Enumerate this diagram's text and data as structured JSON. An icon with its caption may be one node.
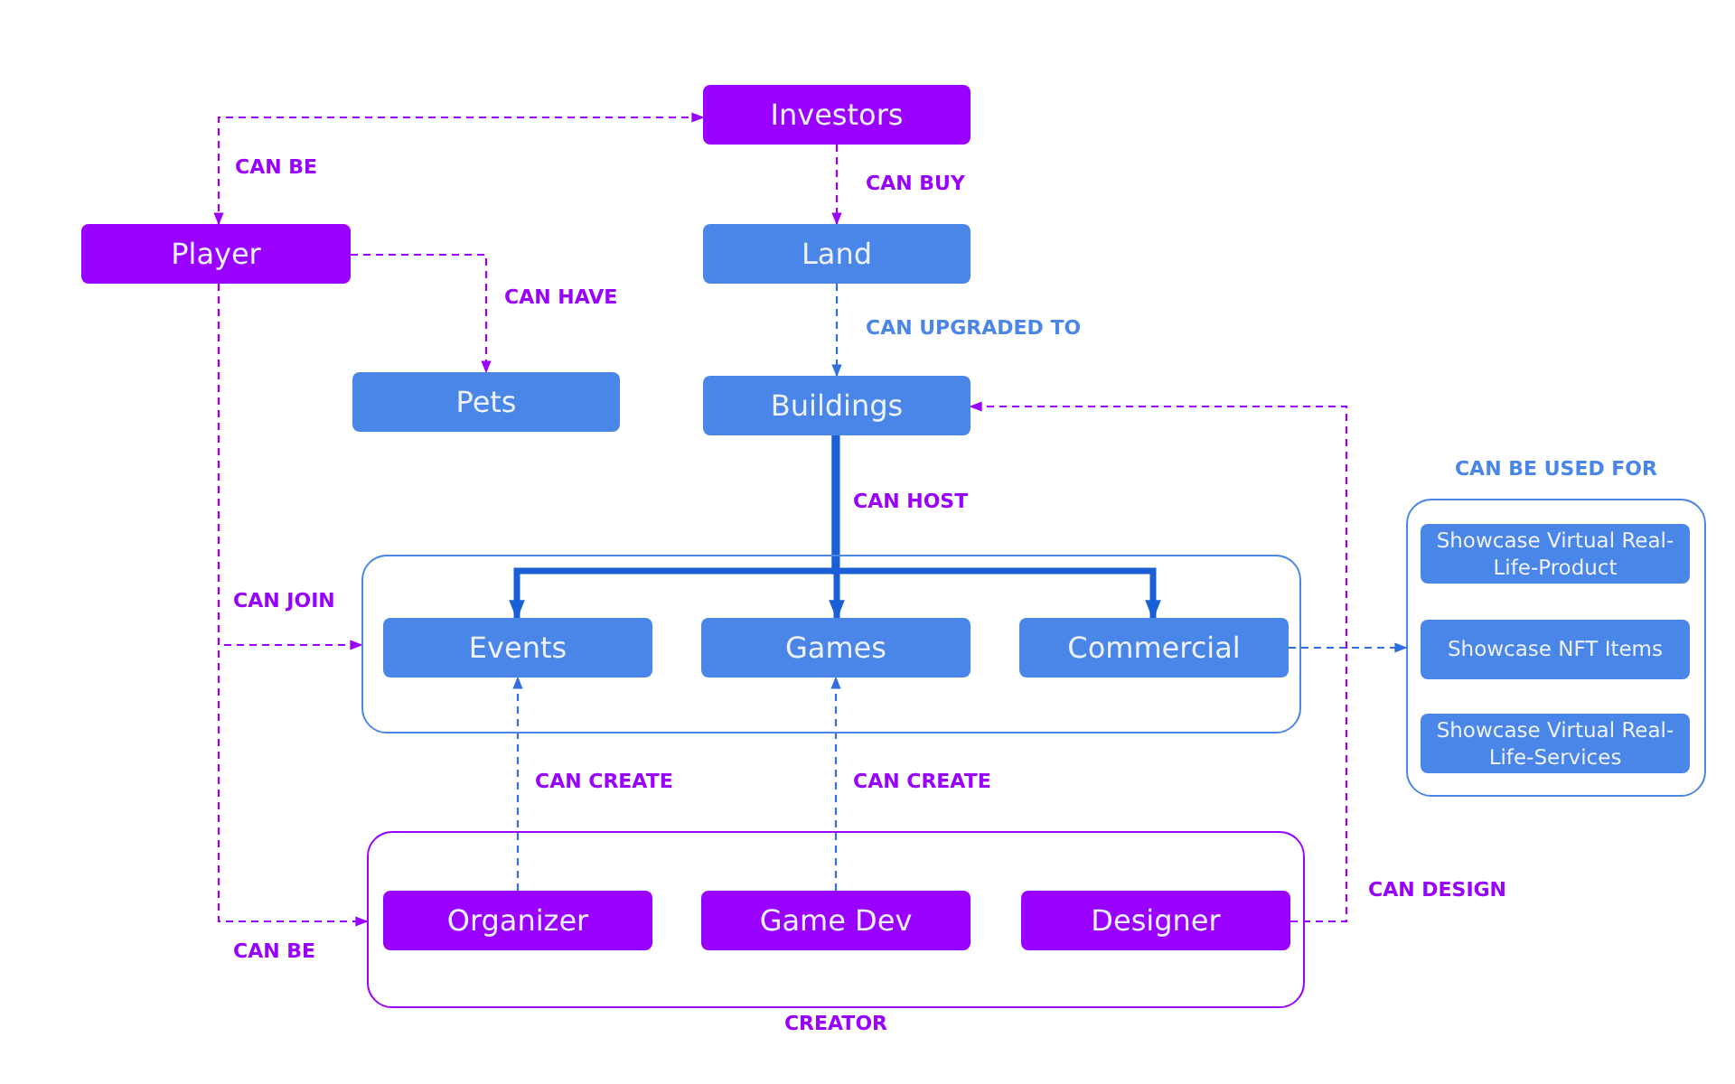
{
  "diagram": {
    "nodes": [
      {
        "text": [
          "Investors"
        ]
      },
      {
        "text": [
          "Player"
        ]
      },
      {
        "text": [
          "Land"
        ]
      },
      {
        "text": [
          "Pets"
        ]
      },
      {
        "text": [
          "Buildings"
        ]
      },
      {
        "text": [],
        "shape": "box"
      },
      {
        "text": [
          "Events"
        ],
        "in": 5
      },
      {
        "text": [
          "Games"
        ],
        "in": 5
      },
      {
        "text": [
          "Commercial"
        ],
        "in": 5
      },
      {
        "text": [
          "CAN BE USED FOR"
        ]
      },
      {
        "text": [
          "Showcase Virtual Real-Life-Product"
        ],
        "in": 9
      },
      {
        "text": [
          "Showcase NFT Items"
        ],
        "in": 9
      },
      {
        "text": [
          "Showcase Virtual Real-Life-Services"
        ],
        "in": 9
      },
      {
        "text": [
          "CREATOR"
        ]
      },
      {
        "text": [
          "Organizer"
        ],
        "in": 13
      },
      {
        "text": [
          "Game Dev"
        ],
        "in": 13
      },
      {
        "text": [
          "Designer"
        ],
        "in": 13
      }
    ],
    "edges": [
      {
        "from": 1,
        "to": 0,
        "arrow": "both",
        "label": "CAN BE",
        "style": "dashed",
        "color": "#9b00ff"
      },
      {
        "from": 0,
        "to": 2,
        "arrow": "to",
        "label": "CAN BUY",
        "style": "dashed",
        "color": "#9b00ff"
      },
      {
        "from": 1,
        "to": 3,
        "arrow": "to",
        "label": "CAN HAVE",
        "style": "dashed",
        "color": "#9b00ff"
      },
      {
        "from": 2,
        "to": 4,
        "arrow": "to",
        "label": "CAN UPGRADED TO",
        "style": "dashed",
        "color": "#2f6fdf"
      },
      {
        "from": 4,
        "to": 6,
        "arrow": "to",
        "style": "thick",
        "color": "#1a5fd6"
      },
      {
        "from": 4,
        "to": 7,
        "arrow": "to",
        "label": "CAN HOST",
        "style": "thick",
        "color": "#1a5fd6"
      },
      {
        "from": 4,
        "to": 8,
        "arrow": "to",
        "style": "thick",
        "color": "#1a5fd6"
      },
      {
        "from": 1,
        "to": 5,
        "arrow": "to",
        "label": "CAN JOIN",
        "style": "dashed",
        "color": "#9b00ff"
      },
      {
        "from": 1,
        "to": 13,
        "arrow": "to",
        "label": "CAN BE",
        "style": "dashed",
        "color": "#9b00ff"
      },
      {
        "from": 14,
        "to": 6,
        "arrow": "to",
        "label": "CAN CREATE",
        "style": "dashed",
        "color": "#2f6fdf"
      },
      {
        "from": 15,
        "to": 7,
        "arrow": "to",
        "label": "CAN CREATE",
        "style": "dashed",
        "color": "#2f6fdf"
      },
      {
        "from": 8,
        "to": 9,
        "arrow": "to",
        "style": "dashed",
        "color": "#2f6fdf"
      },
      {
        "from": 16,
        "to": 4,
        "arrow": "to",
        "label": "CAN DESIGN",
        "style": "dashed",
        "color": "#9b00ff"
      }
    ]
  }
}
